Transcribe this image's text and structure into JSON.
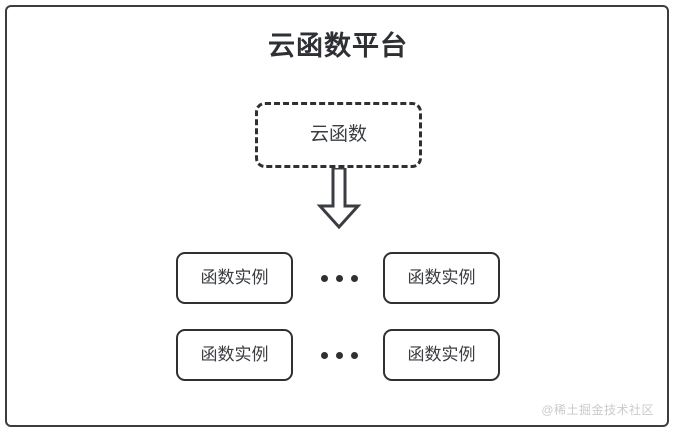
{
  "diagram": {
    "title": "云函数平台",
    "frame": {
      "border_color": "#3a3d41"
    },
    "cloud_function": {
      "label": "云函数",
      "style": "dashed",
      "border_color": "#2e3033"
    },
    "arrow": {
      "name": "down-block-arrow",
      "direction": "down",
      "color": "#3a3d41"
    },
    "instance_rows": [
      {
        "left_label": "函数实例",
        "separator": "•••",
        "right_label": "函数实例"
      },
      {
        "left_label": "函数实例",
        "separator": "•••",
        "right_label": "函数实例"
      }
    ],
    "watermark": "@稀土掘金技术社区",
    "colors": {
      "stroke": "#2e3033",
      "text": "#3a3d41",
      "background": "#ffffff",
      "watermark": "#c9cbcd"
    }
  }
}
